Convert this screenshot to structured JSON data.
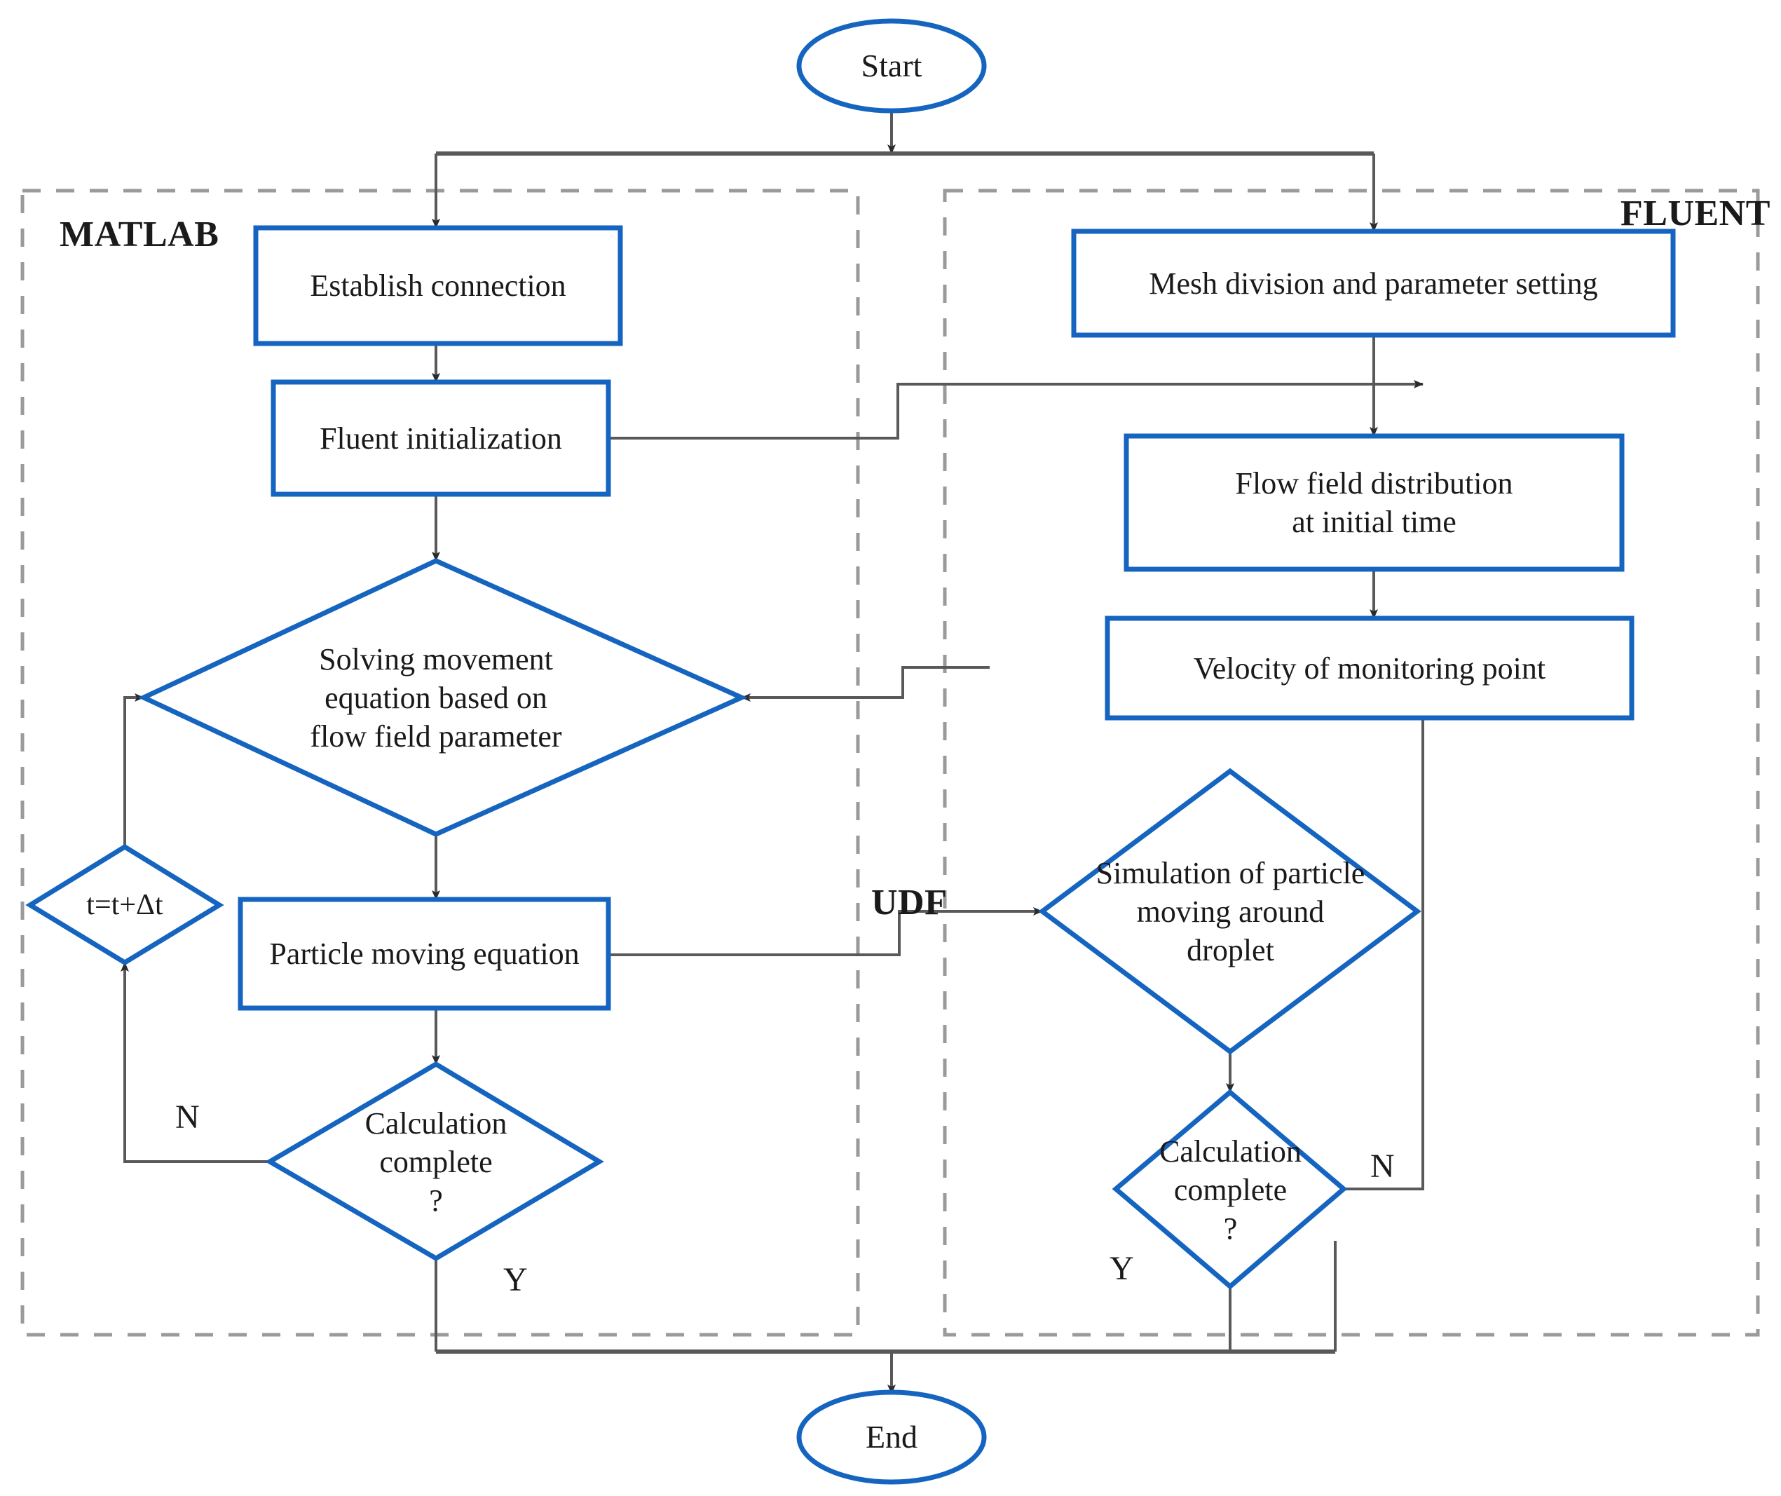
{
  "diagram": {
    "title_nodes": {
      "start": "Start",
      "end": "End"
    },
    "lanes": [
      {
        "id": "matlab",
        "label": "MATLAB"
      },
      {
        "id": "fluent",
        "label": "FLUENT"
      }
    ],
    "interface_label": "UDF",
    "colors": {
      "node_stroke": "#1565c0",
      "node_fill": "#ffffff",
      "connector": "#595959",
      "lane_border": "#9a9a9a",
      "text": "#1a1a1a"
    },
    "nodes": [
      {
        "id": "start",
        "shape": "ellipse",
        "label": "Start"
      },
      {
        "id": "establish",
        "shape": "rect",
        "label": "Establish connection"
      },
      {
        "id": "mesh",
        "shape": "rect",
        "label": "Mesh division and parameter setting"
      },
      {
        "id": "init",
        "shape": "rect",
        "label": "Fluent initialization"
      },
      {
        "id": "flowfield",
        "shape": "rect",
        "label": "Flow field distribution\nat initial time"
      },
      {
        "id": "solving",
        "shape": "diamond",
        "label": "Solving movement\nequation based on\nflow field parameter"
      },
      {
        "id": "velocity",
        "shape": "rect",
        "label": "Velocity of monitoring  point"
      },
      {
        "id": "timestep",
        "shape": "diamond",
        "label": "t=t+Δt"
      },
      {
        "id": "particle",
        "shape": "rect",
        "label": "Particle moving  equation"
      },
      {
        "id": "simulation",
        "shape": "diamond",
        "label": "Simulation of particle\nmoving around\ndroplet"
      },
      {
        "id": "calc_left",
        "shape": "diamond",
        "label": "Calculation\ncomplete\n?"
      },
      {
        "id": "calc_right",
        "shape": "diamond",
        "label": "Calculation\ncomplete\n?"
      },
      {
        "id": "end",
        "shape": "ellipse",
        "label": "End"
      }
    ],
    "edge_labels": [
      {
        "id": "left-no",
        "label": "N"
      },
      {
        "id": "left-yes",
        "label": "Y"
      },
      {
        "id": "right-no",
        "label": "N"
      },
      {
        "id": "right-yes",
        "label": "Y"
      }
    ]
  }
}
